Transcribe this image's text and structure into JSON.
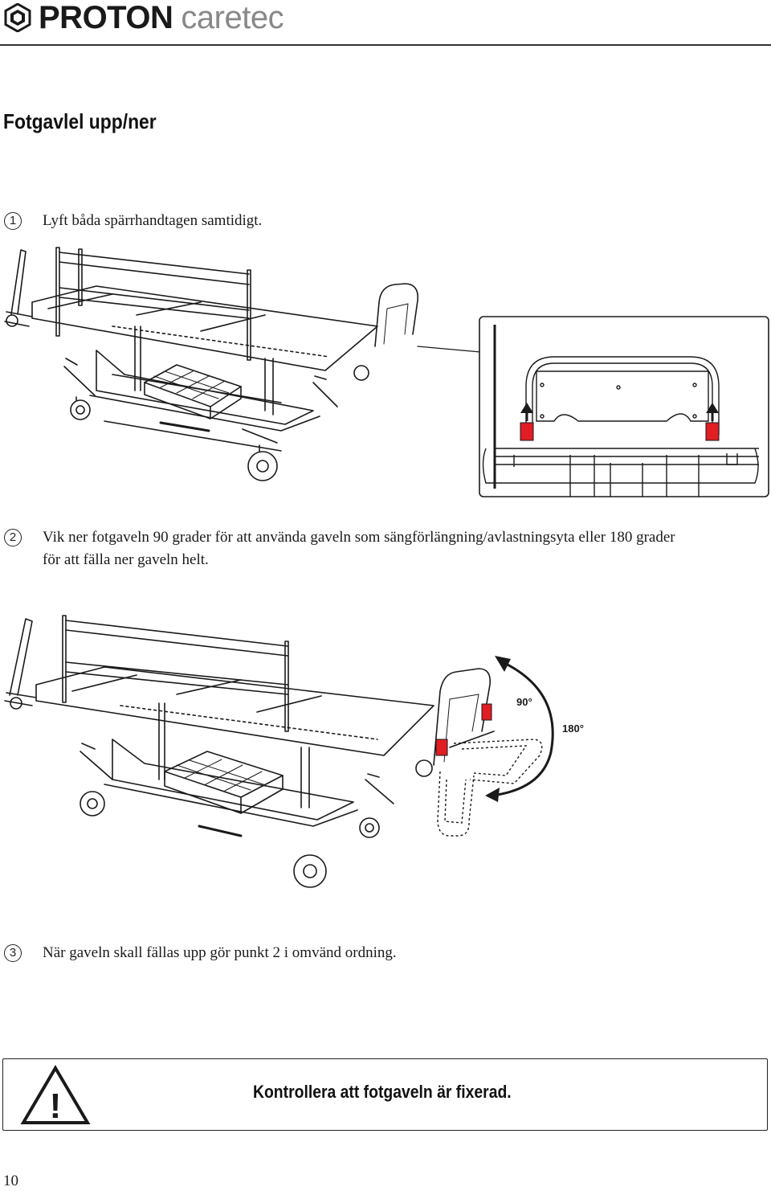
{
  "header": {
    "brand_primary": "PROTON",
    "brand_secondary": "caretec"
  },
  "page_title": "Fotgavlel upp/ner",
  "steps": [
    {
      "number": "1",
      "text": "Lyft båda spärrhandtagen samtidigt."
    },
    {
      "number": "2",
      "text_line1": "Vik ner fotgaveln 90 grader för att använda gaveln som sängförlängning/avlastningsyta eller 180 grader",
      "text_line2": "för att fälla ner gaveln helt."
    },
    {
      "number": "3",
      "text": "När gaveln skall fällas upp gör punkt 2 i omvänd ordning."
    }
  ],
  "figure2": {
    "angle_label_1": "90°",
    "angle_label_2": "180°"
  },
  "warning": {
    "icon": "warning-triangle-icon",
    "symbol": "!",
    "text": "Kontrollera att fotgaveln är fixerad."
  },
  "footer": {
    "page_number": "10"
  },
  "colors": {
    "highlight": "#e01e24",
    "ink": "#1a1a1a",
    "brand_secondary": "#888888"
  }
}
